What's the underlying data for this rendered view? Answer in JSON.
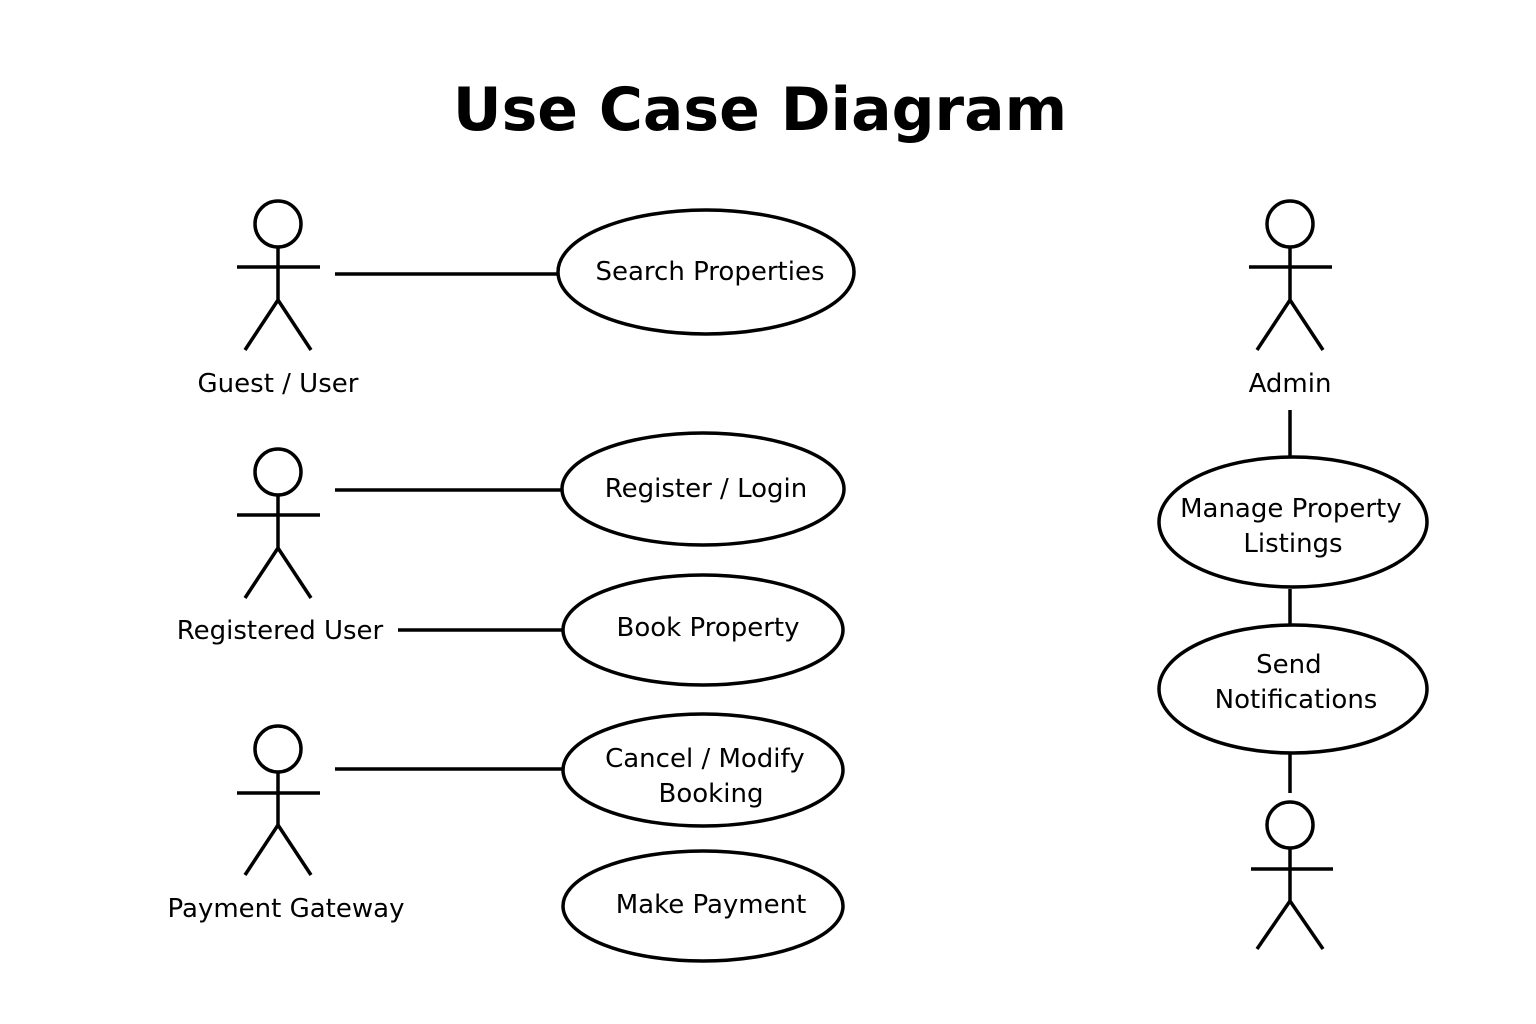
{
  "title": "Use Case Diagram",
  "actors": {
    "guest": {
      "label": "Guest / User"
    },
    "registered": {
      "label": "Registered User"
    },
    "payment": {
      "label": "Payment Gateway"
    },
    "admin": {
      "label": "Admin"
    },
    "bottom": {
      "label": ""
    }
  },
  "use_cases": {
    "search": {
      "lines": [
        "Search Properties"
      ]
    },
    "register": {
      "lines": [
        "Register / Login"
      ]
    },
    "book": {
      "lines": [
        "Book Property"
      ]
    },
    "cancel": {
      "lines": [
        "Cancel / Modify",
        "Booking"
      ]
    },
    "payment": {
      "lines": [
        "Make Payment"
      ]
    },
    "manage": {
      "lines": [
        "Manage Property",
        "Listings"
      ]
    },
    "notify": {
      "lines": [
        "Send",
        "Notifications"
      ]
    }
  },
  "colors": {
    "stroke": "#000000",
    "background": "#ffffff"
  }
}
